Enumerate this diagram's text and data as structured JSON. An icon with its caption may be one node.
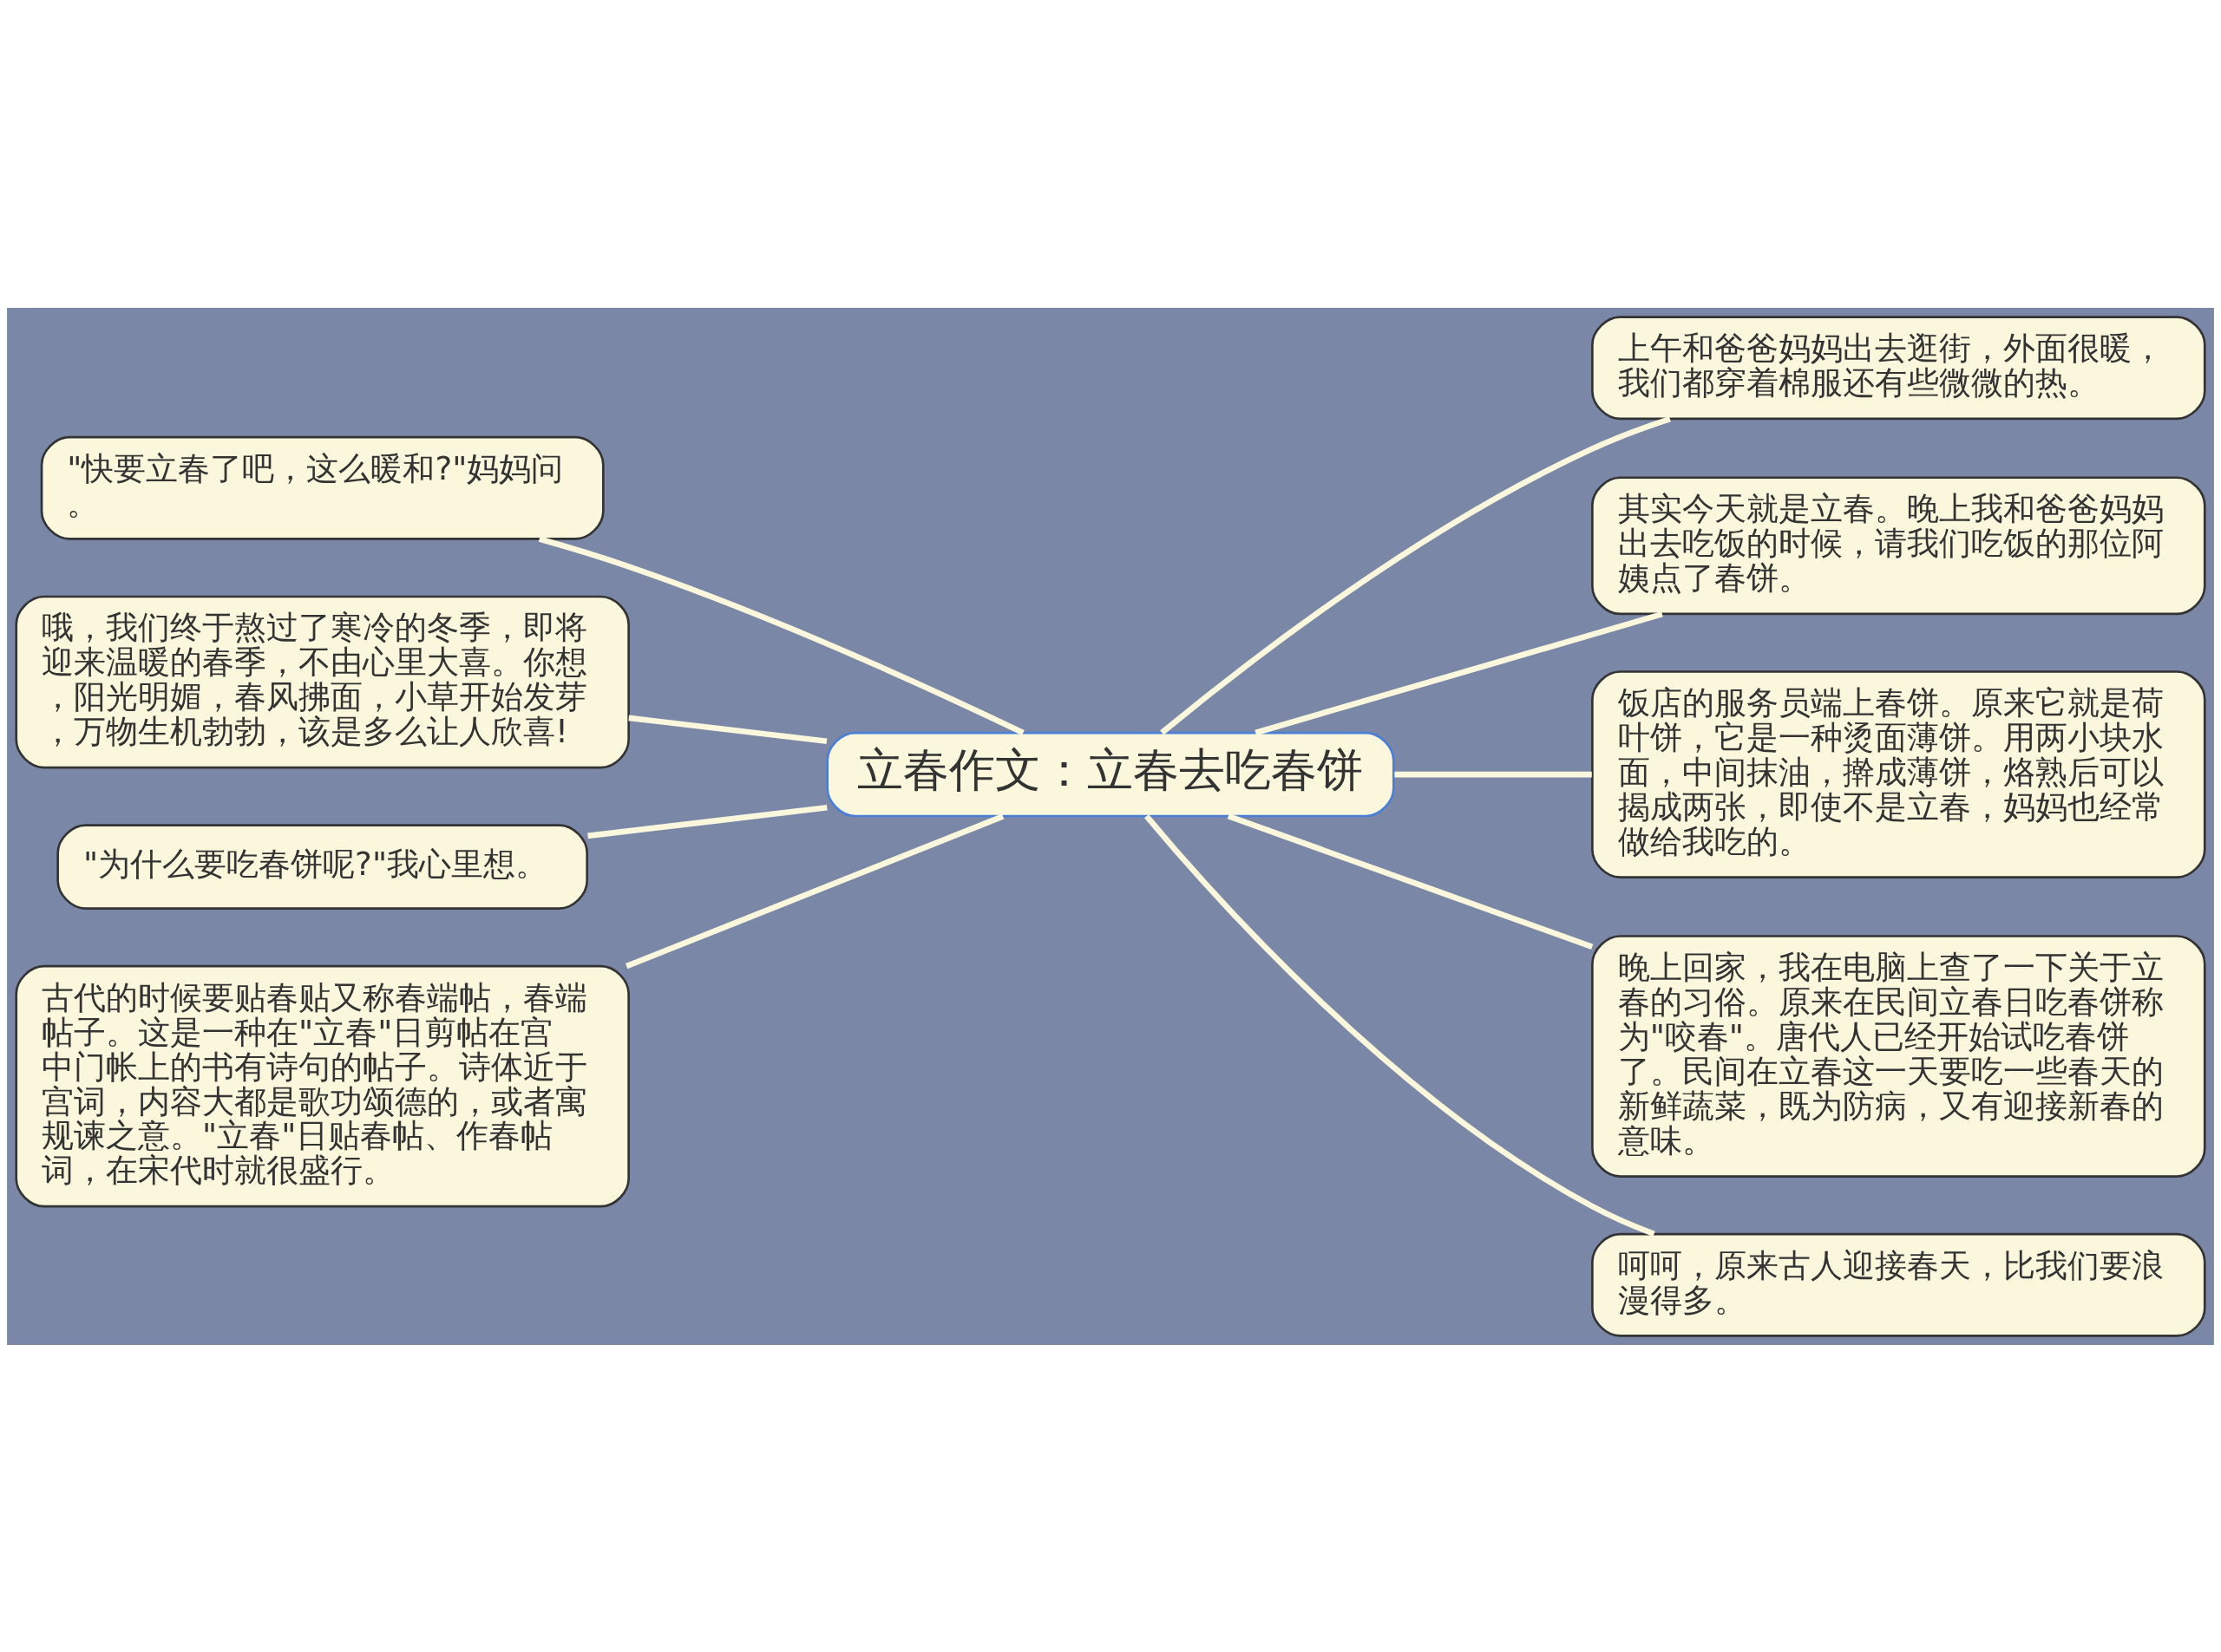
{
  "diagram": {
    "nodes": [
      {
        "text": [
          "立春作文：立春去吃春饼"
        ]
      },
      {
        "text": [
          "上午和爸爸妈妈出去逛街，外面很暖，我们都穿着棉服还有些微微的热。"
        ]
      },
      {
        "text": [
          "其实今天就是立春。晚上我和爸爸妈妈出去吃饭的时候，请我们吃饭的那位阿姨点了春饼。"
        ]
      },
      {
        "text": [
          "饭店的服务员端上春饼。原来它就是荷叶饼，它是一种烫面薄饼。用两小块水面，中间抹油，擀成薄饼，烙熟后可以揭成两张，即使不是立春，妈妈也经常做给我吃的。"
        ]
      },
      {
        "text": [
          "晚上回家，我在电脑上查了一下关于立春的习俗。原来在民间立春日吃春饼称为\"咬春\"。唐代人已经开始试吃春饼了。民间在立春这一天要吃一些春天的新鲜蔬菜，既为防病，又有迎接新春的意味。"
        ]
      },
      {
        "text": [
          "呵呵，原来古人迎接春天，比我们要浪漫得多。"
        ]
      },
      {
        "text": [
          "\"快要立春了吧，这么暖和?\"妈妈问。"
        ]
      },
      {
        "text": [
          "哦，我们终于熬过了寒冷的冬季，即将迎来温暖的春季，不由心里大喜。你想，阳光明媚，春风拂面，小草开始发芽，万物生机勃勃，该是多么让人欣喜!"
        ]
      },
      {
        "text": [
          "\"为什么要吃春饼呢?\"我心里想。"
        ]
      },
      {
        "text": [
          "古代的时候要贴春贴又称春端帖，春端帖子。这是一种在\"立春\"日剪帖在宫中门帐上的书有诗句的帖子。诗体近于宫词，内容大都是歌功颂德的，或者寓规谏之意。\"立春\"日贴春帖、作春帖词，在宋代时就很盛行。"
        ]
      }
    ],
    "edges": [
      {
        "from": 0,
        "to": 1,
        "arrow": "none"
      },
      {
        "from": 0,
        "to": 2,
        "arrow": "none"
      },
      {
        "from": 0,
        "to": 3,
        "arrow": "none"
      },
      {
        "from": 0,
        "to": 4,
        "arrow": "none"
      },
      {
        "from": 0,
        "to": 5,
        "arrow": "none"
      },
      {
        "from": 0,
        "to": 6,
        "arrow": "none"
      },
      {
        "from": 0,
        "to": 7,
        "arrow": "none"
      },
      {
        "from": 0,
        "to": 8,
        "arrow": "none"
      },
      {
        "from": 0,
        "to": 9,
        "arrow": "none"
      }
    ]
  }
}
